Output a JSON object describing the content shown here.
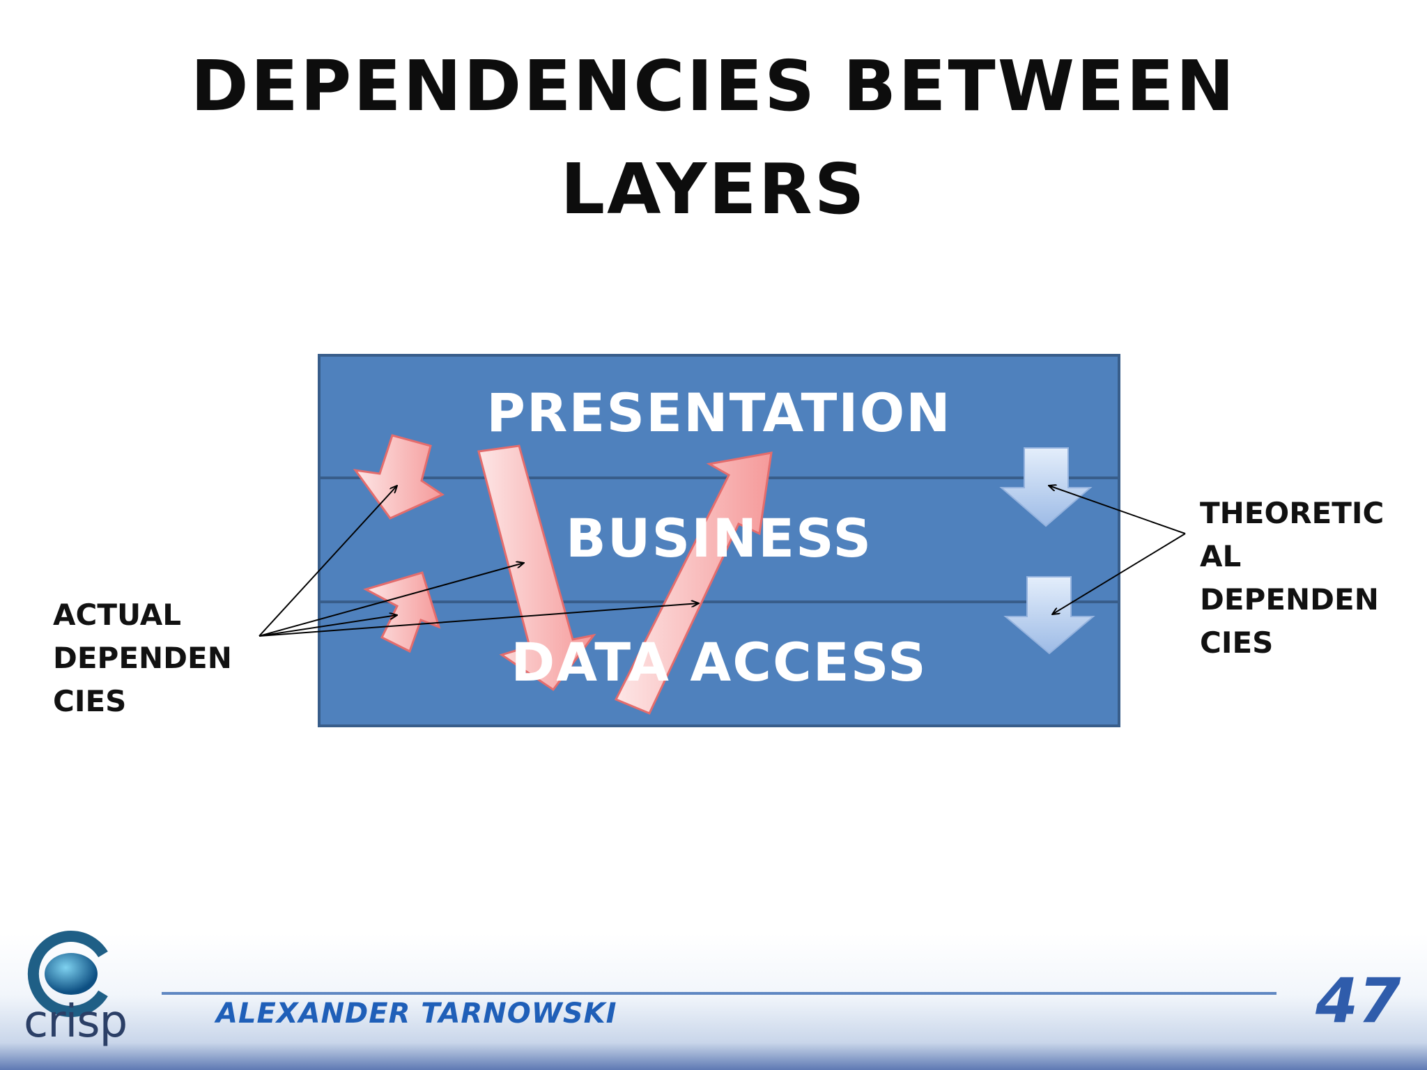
{
  "slide": {
    "title_line1": "Dependencies between",
    "title_line2": "layers"
  },
  "layers": [
    {
      "label": "Presentation"
    },
    {
      "label": "Business"
    },
    {
      "label": "Data Access"
    }
  ],
  "annotations": {
    "actual": [
      "Actual",
      "dependen",
      "cies"
    ],
    "theoretical": [
      "Theoretic",
      "al",
      "dependen",
      "cies"
    ]
  },
  "footer": {
    "author": "Alexander Tarnowski",
    "page_number": "47",
    "logo_text": "crisp"
  },
  "colors": {
    "layer_fill": "#4f81bd",
    "layer_border": "#385d8a",
    "actual_arrow": "#f9b9b9",
    "theoretical_arrow": "#c6d9f1",
    "title": "#0d0d0d",
    "author": "#1f5fb8"
  }
}
